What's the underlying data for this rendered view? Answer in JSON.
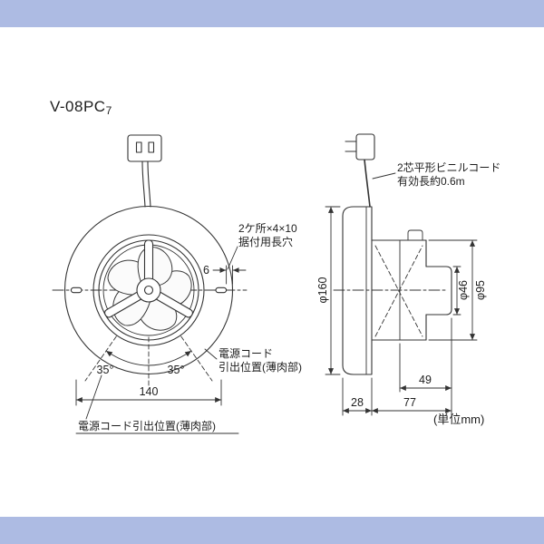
{
  "page": {
    "title": "V-08PC",
    "title_sub": "7",
    "unit_note": "(単位mm)"
  },
  "front_view": {
    "mount_slot_label_1": "2ケ所×4×10",
    "mount_slot_label_2": "据付用長穴",
    "slot_edge_dim": "6",
    "cord_exit_label_1": "電源コード",
    "cord_exit_label_2": "引出位置(薄肉部)",
    "angle_left": "35°",
    "angle_right": "35°",
    "width_dim": "140",
    "cord_exit_bottom_label": "電源コード引出位置(薄肉部)"
  },
  "side_view": {
    "cord_label_1": "2芯平形ビニルコード",
    "cord_label_2": "有効長約0.6m",
    "dia_flange": "φ160",
    "dia_duct": "φ46",
    "dia_body": "φ95",
    "depth_rear": "49",
    "depth_flange": "28",
    "depth_body": "77"
  },
  "colors": {
    "frame_bar": "#adbbe3",
    "line": "#333333",
    "text": "#1d1d1d",
    "background": "#ffffff"
  }
}
